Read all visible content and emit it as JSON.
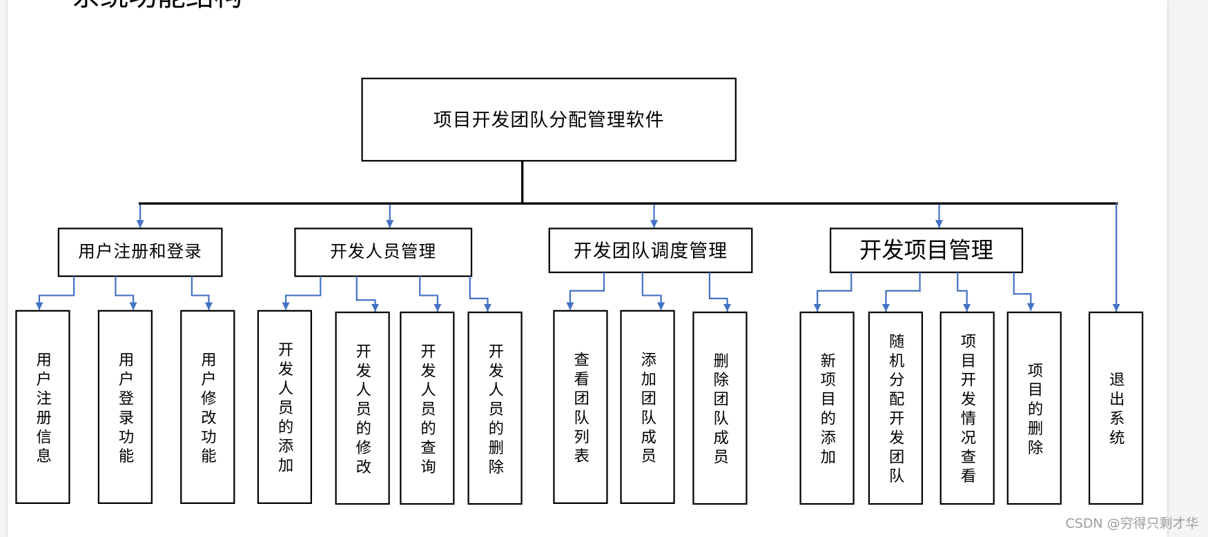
{
  "title": "系统功能结构",
  "root": "项目开发团队分配管理软件",
  "modules": [
    {
      "label": "用户注册和登录",
      "children": [
        "用户注册信息",
        "用户登录功能",
        "用户修改功能"
      ]
    },
    {
      "label": "开发人员管理",
      "children": [
        "开发人员的添加",
        "开发人员的修改",
        "开发人员的查询",
        "开发人员的删除"
      ]
    },
    {
      "label": "开发团队调度管理",
      "children": [
        "查看团队列表",
        "添加团队成员",
        "删除团队成员"
      ]
    },
    {
      "label": "开发项目管理",
      "children": [
        "新项目的添加",
        "随机分配开发团队",
        "项目开发情况查看",
        "项目的删除"
      ]
    }
  ],
  "exit": "退出系统",
  "watermark": "CSDN @穷得只剩才华",
  "colors": {
    "connector": "#4472c4",
    "trunk": "#000000",
    "box_border": "#000000"
  }
}
